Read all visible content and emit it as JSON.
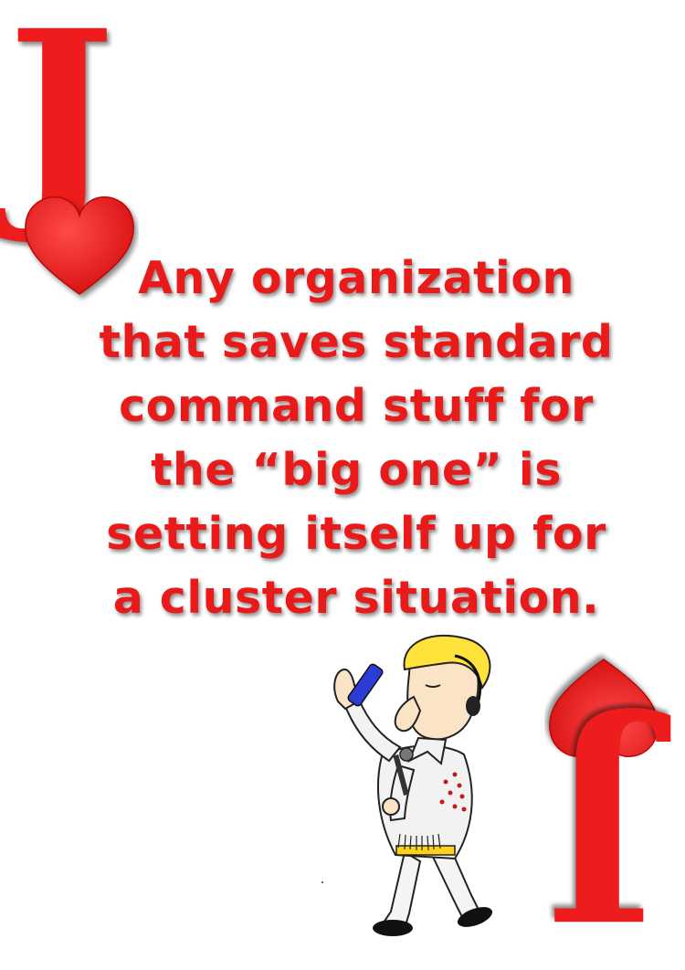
{
  "card": {
    "rank": "J",
    "suit_icon": "heart-icon",
    "suit_color": "#ee1c1c",
    "text_color": "#e81a1a"
  },
  "message": {
    "lines": [
      "Any organization",
      "that saves standard",
      "command stuff for",
      "the “big one” is",
      "setting itself up for",
      "a cluster situation."
    ]
  },
  "illustration": {
    "icon": "singer-with-comb-and-microphone-icon"
  }
}
